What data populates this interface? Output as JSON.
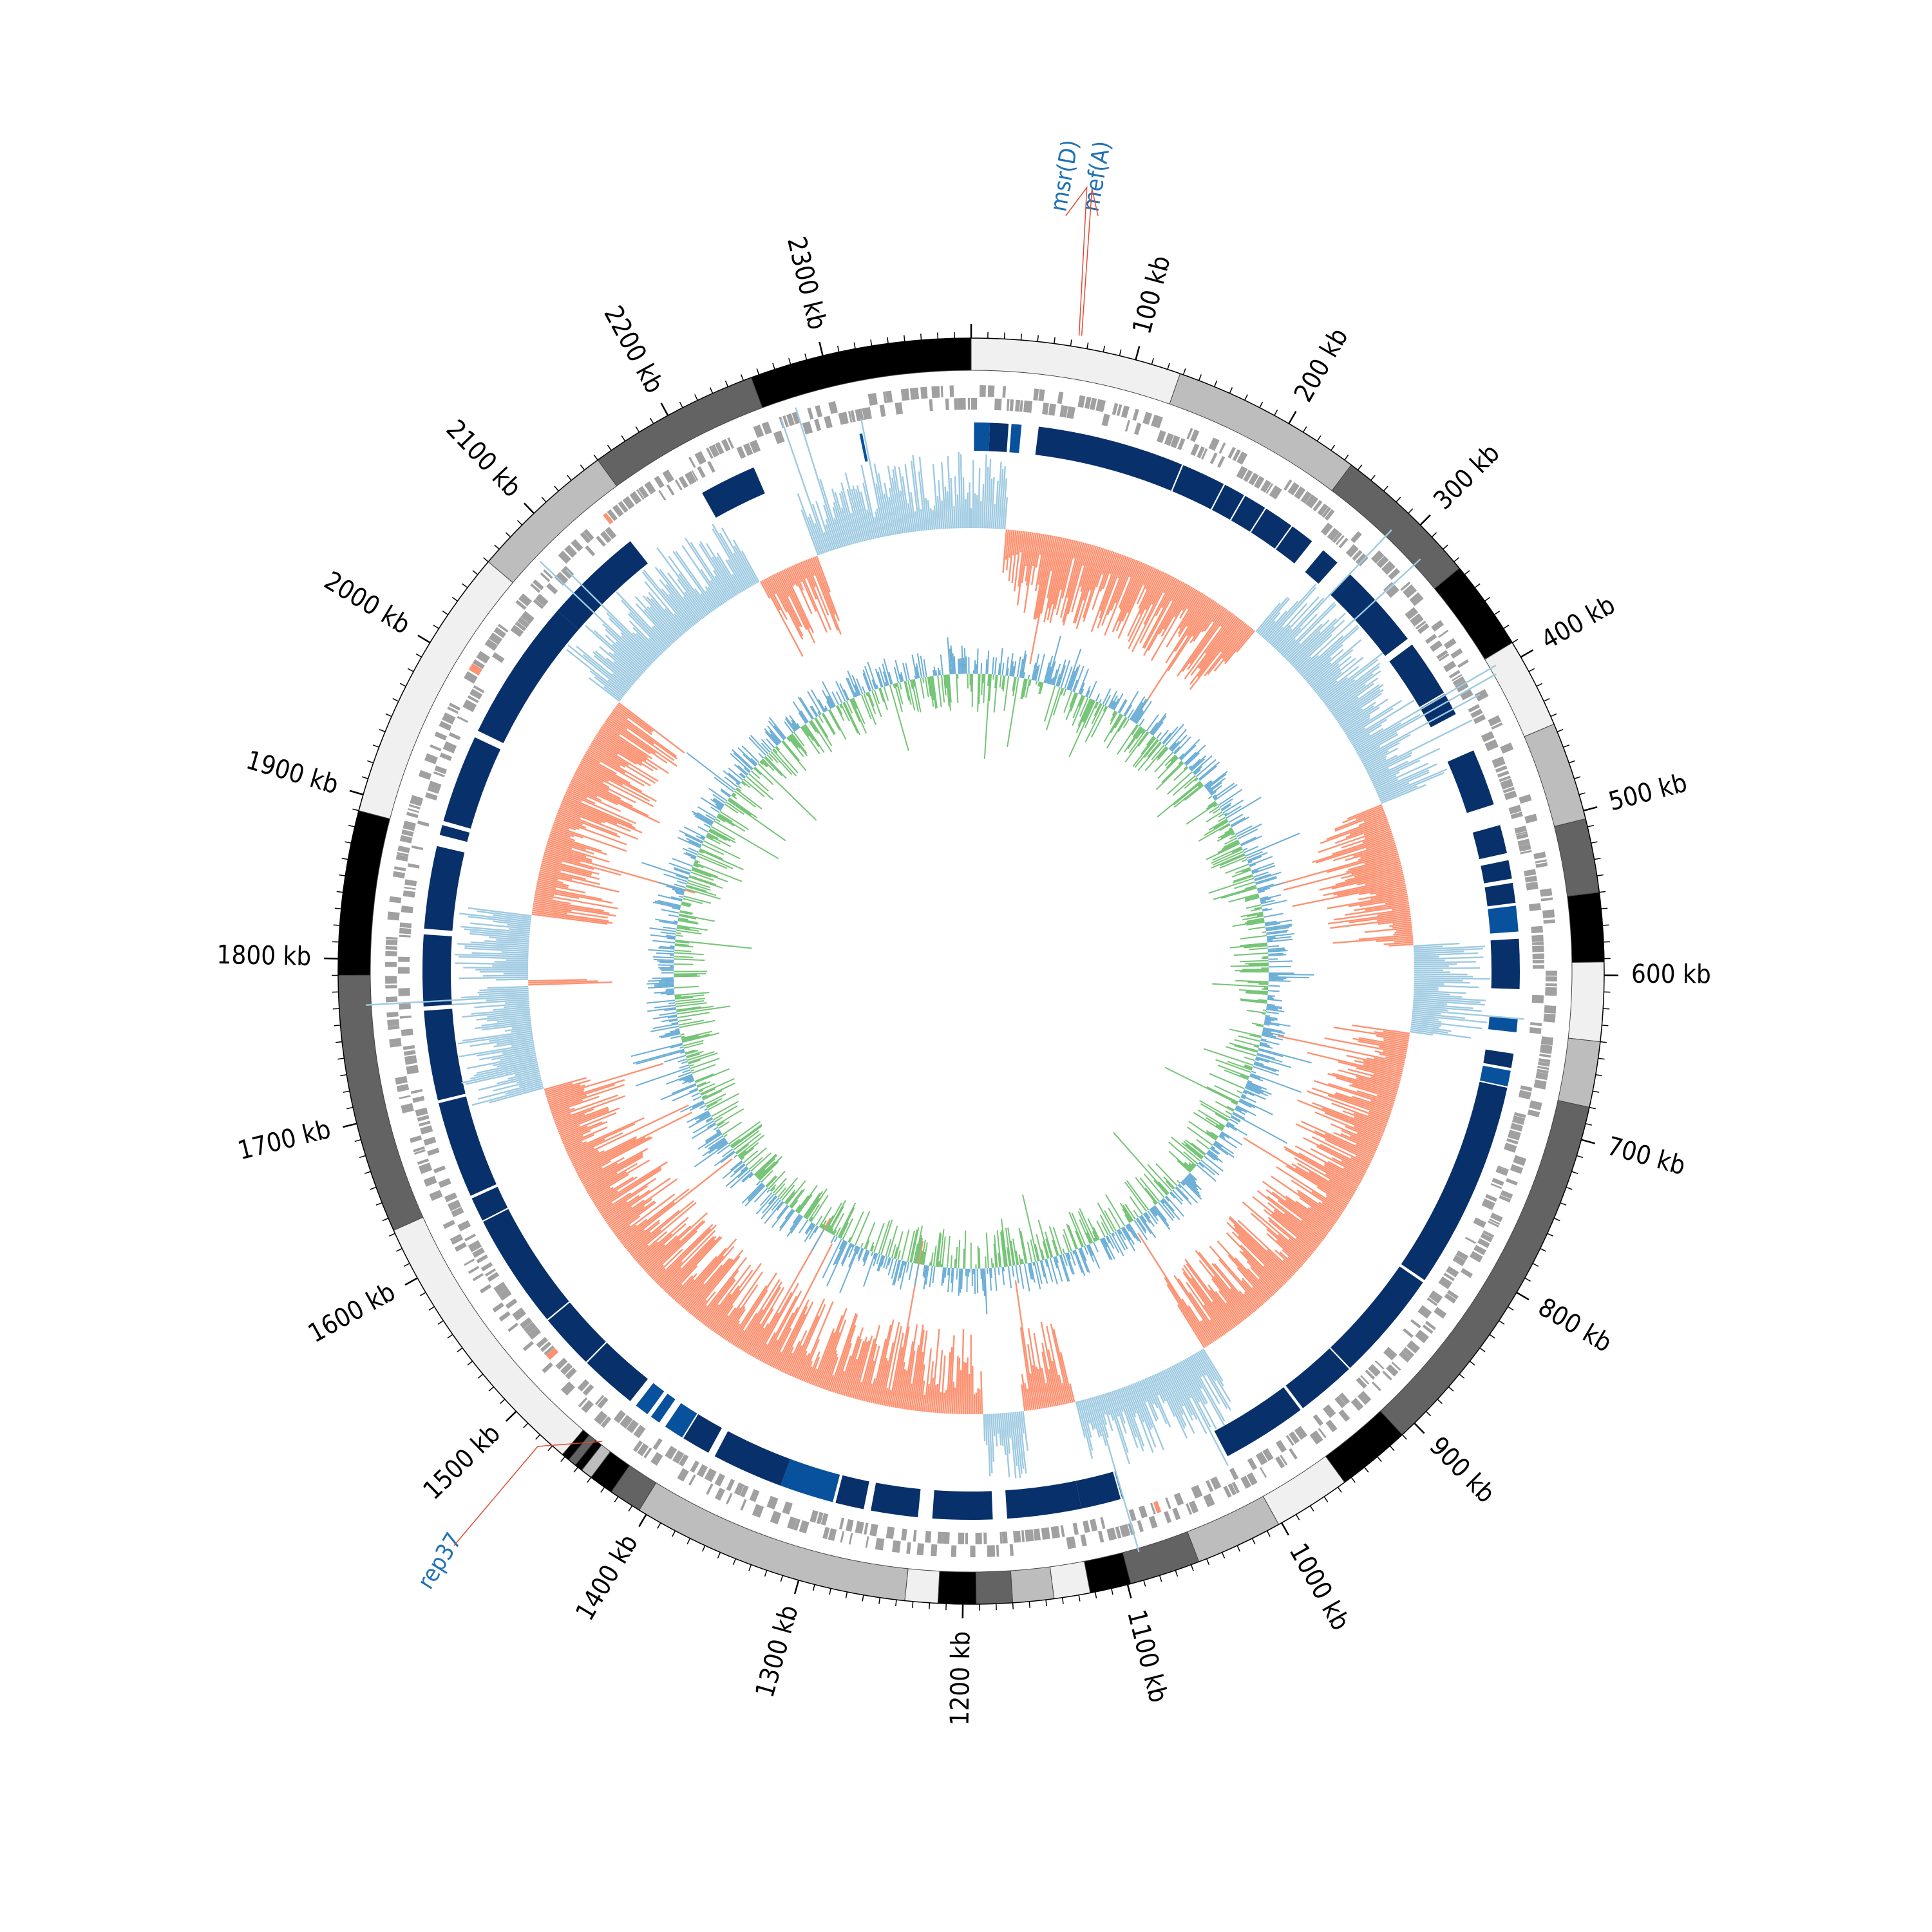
{
  "genome": {
    "length_kb": 2390,
    "tick_labels": [
      "100 kb",
      "200 kb",
      "300 kb",
      "400 kb",
      "500 kb",
      "600 kb",
      "700 kb",
      "800 kb",
      "900 kb",
      "1000 kb",
      "1100 kb",
      "1200 kb",
      "1300 kb",
      "1400 kb",
      "1500 kb",
      "1600 kb",
      "1700 kb",
      "1800 kb",
      "1900 kb",
      "2000 kb",
      "2100 kb",
      "2200 kb",
      "2300 kb"
    ],
    "tick_values_kb": [
      100,
      200,
      300,
      400,
      500,
      600,
      700,
      800,
      900,
      1000,
      1100,
      1200,
      1300,
      1400,
      1500,
      1600,
      1700,
      1800,
      1900,
      2000,
      2100,
      2200,
      2300
    ]
  },
  "contigs": [
    {
      "start": 0,
      "end": 128,
      "shade": "#f0f0f0"
    },
    {
      "start": 128,
      "end": 245,
      "shade": "#bdbdbd"
    },
    {
      "start": 245,
      "end": 335,
      "shade": "#636363"
    },
    {
      "start": 335,
      "end": 390,
      "shade": "#000000"
    },
    {
      "start": 390,
      "end": 445,
      "shade": "#f0f0f0"
    },
    {
      "start": 445,
      "end": 505,
      "shade": "#bdbdbd"
    },
    {
      "start": 505,
      "end": 550,
      "shade": "#636363"
    },
    {
      "start": 550,
      "end": 592,
      "shade": "#000000"
    },
    {
      "start": 592,
      "end": 640,
      "shade": "#f0f0f0"
    },
    {
      "start": 640,
      "end": 680,
      "shade": "#bdbdbd"
    },
    {
      "start": 680,
      "end": 910,
      "shade": "#636363"
    },
    {
      "start": 910,
      "end": 955,
      "shade": "#000000"
    },
    {
      "start": 955,
      "end": 1002,
      "shade": "#f0f0f0"
    },
    {
      "start": 1002,
      "end": 1055,
      "shade": "#bdbdbd"
    },
    {
      "start": 1055,
      "end": 1098,
      "shade": "#636363"
    },
    {
      "start": 1098,
      "end": 1123,
      "shade": "#000000"
    },
    {
      "start": 1123,
      "end": 1145,
      "shade": "#f0f0f0"
    },
    {
      "start": 1145,
      "end": 1170,
      "shade": "#bdbdbd"
    },
    {
      "start": 1170,
      "end": 1192,
      "shade": "#636363"
    },
    {
      "start": 1192,
      "end": 1215,
      "shade": "#000000"
    },
    {
      "start": 1215,
      "end": 1235,
      "shade": "#f0f0f0"
    },
    {
      "start": 1235,
      "end": 1405,
      "shade": "#bdbdbd"
    },
    {
      "start": 1405,
      "end": 1425,
      "shade": "#636363"
    },
    {
      "start": 1425,
      "end": 1440,
      "shade": "#000000"
    },
    {
      "start": 1440,
      "end": 1447,
      "shade": "#bdbdbd"
    },
    {
      "start": 1447,
      "end": 1452,
      "shade": "#000000"
    },
    {
      "start": 1452,
      "end": 1457,
      "shade": "#636363"
    },
    {
      "start": 1457,
      "end": 1462,
      "shade": "#000000"
    },
    {
      "start": 1462,
      "end": 1632,
      "shade": "#f0f0f0"
    },
    {
      "start": 1632,
      "end": 1790,
      "shade": "#636363"
    },
    {
      "start": 1790,
      "end": 1890,
      "shade": "#000000"
    },
    {
      "start": 1890,
      "end": 2060,
      "shade": "#f0f0f0"
    },
    {
      "start": 2060,
      "end": 2150,
      "shade": "#bdbdbd"
    },
    {
      "start": 2150,
      "end": 2255,
      "shade": "#636363"
    },
    {
      "start": 2255,
      "end": 2390,
      "shade": "#000000"
    }
  ],
  "blast_blocks": [
    {
      "start": 2,
      "end": 13,
      "color": "#08519c"
    },
    {
      "start": 13,
      "end": 26,
      "color": "#08306b"
    },
    {
      "start": 28,
      "end": 35,
      "color": "#08519c"
    },
    {
      "start": 47,
      "end": 150,
      "color": "#08306b"
    },
    {
      "start": 151,
      "end": 182,
      "color": "#08306b"
    },
    {
      "start": 183,
      "end": 198,
      "color": "#08306b"
    },
    {
      "start": 199,
      "end": 215,
      "color": "#08306b"
    },
    {
      "start": 216,
      "end": 237,
      "color": "#08306b"
    },
    {
      "start": 238,
      "end": 255,
      "color": "#08306b"
    },
    {
      "start": 265,
      "end": 278,
      "color": "#08306b"
    },
    {
      "start": 290,
      "end": 350,
      "color": "#08306b"
    },
    {
      "start": 355,
      "end": 395,
      "color": "#08306b"
    },
    {
      "start": 396,
      "end": 412,
      "color": "#08306b"
    },
    {
      "start": 440,
      "end": 480,
      "color": "#08306b"
    },
    {
      "start": 495,
      "end": 515,
      "color": "#08306b"
    },
    {
      "start": 520,
      "end": 533,
      "color": "#08306b"
    },
    {
      "start": 536,
      "end": 550,
      "color": "#08306b"
    },
    {
      "start": 552,
      "end": 570,
      "color": "#08519c"
    },
    {
      "start": 575,
      "end": 610,
      "color": "#08306b"
    },
    {
      "start": 630,
      "end": 640,
      "color": "#08519c"
    },
    {
      "start": 655,
      "end": 665,
      "color": "#08306b"
    },
    {
      "start": 667,
      "end": 678,
      "color": "#08519c"
    },
    {
      "start": 679,
      "end": 825,
      "color": "#08306b"
    },
    {
      "start": 827,
      "end": 905,
      "color": "#08306b"
    },
    {
      "start": 906,
      "end": 948,
      "color": "#08306b"
    },
    {
      "start": 950,
      "end": 1010,
      "color": "#08306b"
    },
    {
      "start": 1088,
      "end": 1089,
      "color": "#2171b5"
    },
    {
      "start": 1090,
      "end": 1118,
      "color": "#08306b"
    },
    {
      "start": 1118,
      "end": 1170,
      "color": "#08306b"
    },
    {
      "start": 1180,
      "end": 1222,
      "color": "#08306b"
    },
    {
      "start": 1232,
      "end": 1265,
      "color": "#08306b"
    },
    {
      "start": 1270,
      "end": 1290,
      "color": "#08306b"
    },
    {
      "start": 1292,
      "end": 1330,
      "color": "#08519c"
    },
    {
      "start": 1330,
      "end": 1380,
      "color": "#08306b"
    },
    {
      "start": 1385,
      "end": 1405,
      "color": "#08306b"
    },
    {
      "start": 1406,
      "end": 1420,
      "color": "#08519c"
    },
    {
      "start": 1425,
      "end": 1432,
      "color": "#08519c"
    },
    {
      "start": 1435,
      "end": 1445,
      "color": "#08519c"
    },
    {
      "start": 1450,
      "end": 1490,
      "color": "#08306b"
    },
    {
      "start": 1491,
      "end": 1530,
      "color": "#08306b"
    },
    {
      "start": 1531,
      "end": 1612,
      "color": "#08306b"
    },
    {
      "start": 1613,
      "end": 1630,
      "color": "#08306b"
    },
    {
      "start": 1632,
      "end": 1700,
      "color": "#08306b"
    },
    {
      "start": 1702,
      "end": 1765,
      "color": "#08306b"
    },
    {
      "start": 1768,
      "end": 1818,
      "color": "#08306b"
    },
    {
      "start": 1822,
      "end": 1880,
      "color": "#08306b"
    },
    {
      "start": 1888,
      "end": 1895,
      "color": "#08306b"
    },
    {
      "start": 1898,
      "end": 1960,
      "color": "#08306b"
    },
    {
      "start": 1965,
      "end": 2065,
      "color": "#08306b"
    },
    {
      "start": 2065,
      "end": 2135,
      "color": "#08306b"
    },
    {
      "start": 2195,
      "end": 2235,
      "color": "#08306b"
    },
    {
      "start": 2312,
      "end": 2314,
      "color": "#08519c"
    }
  ],
  "annotations": [
    {
      "label": "msr(D)",
      "position_kb": 64,
      "color": "#2171b5",
      "line_color": "#e34a33"
    },
    {
      "label": "mef(A)",
      "position_kb": 64,
      "color": "#2171b5",
      "line_color": "#e34a33"
    },
    {
      "label": "rep37",
      "position_kb": 1448,
      "color": "#2171b5",
      "line_color": "#e34a33"
    }
  ],
  "tracks": {
    "gc_content_colors": {
      "above": "#9ecae1",
      "below": "#fc9272"
    },
    "gc_skew_colors": {
      "positive": "#6baed6",
      "negative": "#74c476"
    },
    "cds_color": "#a0a0a0",
    "rna_color": "#fc9272"
  }
}
